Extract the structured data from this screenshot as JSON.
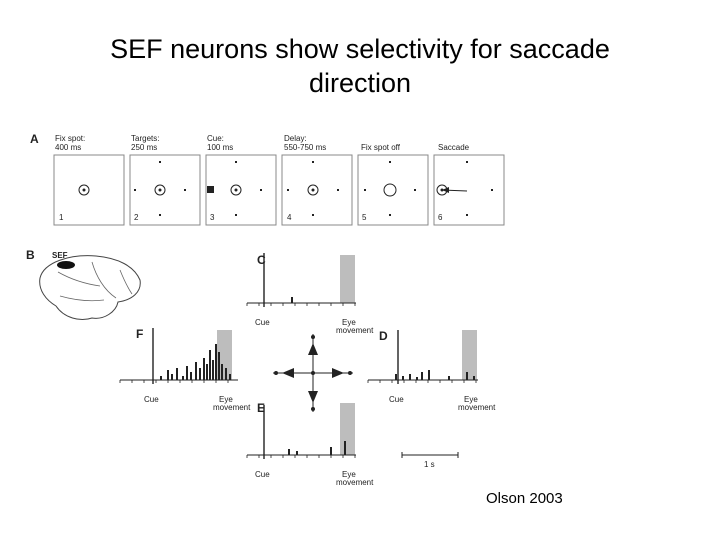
{
  "slide": {
    "title_line1": "SEF neurons show selectivity for saccade",
    "title_line2": "direction",
    "citation": "Olson 2003"
  },
  "figure": {
    "panel_letters": {
      "a": "A",
      "b": "B",
      "c": "C",
      "d": "D",
      "e": "E",
      "f": "F"
    },
    "epochs": [
      {
        "label1": "Fix spot:",
        "label2": "400 ms",
        "number": "1"
      },
      {
        "label1": "Targets:",
        "label2": "250 ms",
        "number": "2"
      },
      {
        "label1": "Cue:",
        "label2": "100 ms",
        "number": "3"
      },
      {
        "label1": "Delay:",
        "label2": "550-750 ms",
        "number": "4"
      },
      {
        "label1": "Fix spot off",
        "label2": "",
        "number": "5"
      },
      {
        "label1": "Saccade",
        "label2": "",
        "number": "6"
      }
    ],
    "brain_label": "SEF",
    "histogram_labels": {
      "cue": "Cue",
      "eye1": "Eye",
      "eye2": "movement"
    },
    "scale_bar_label": "1 s"
  },
  "colors": {
    "ink": "#222222",
    "shade": "#bdbdbd",
    "box": "#888888"
  }
}
